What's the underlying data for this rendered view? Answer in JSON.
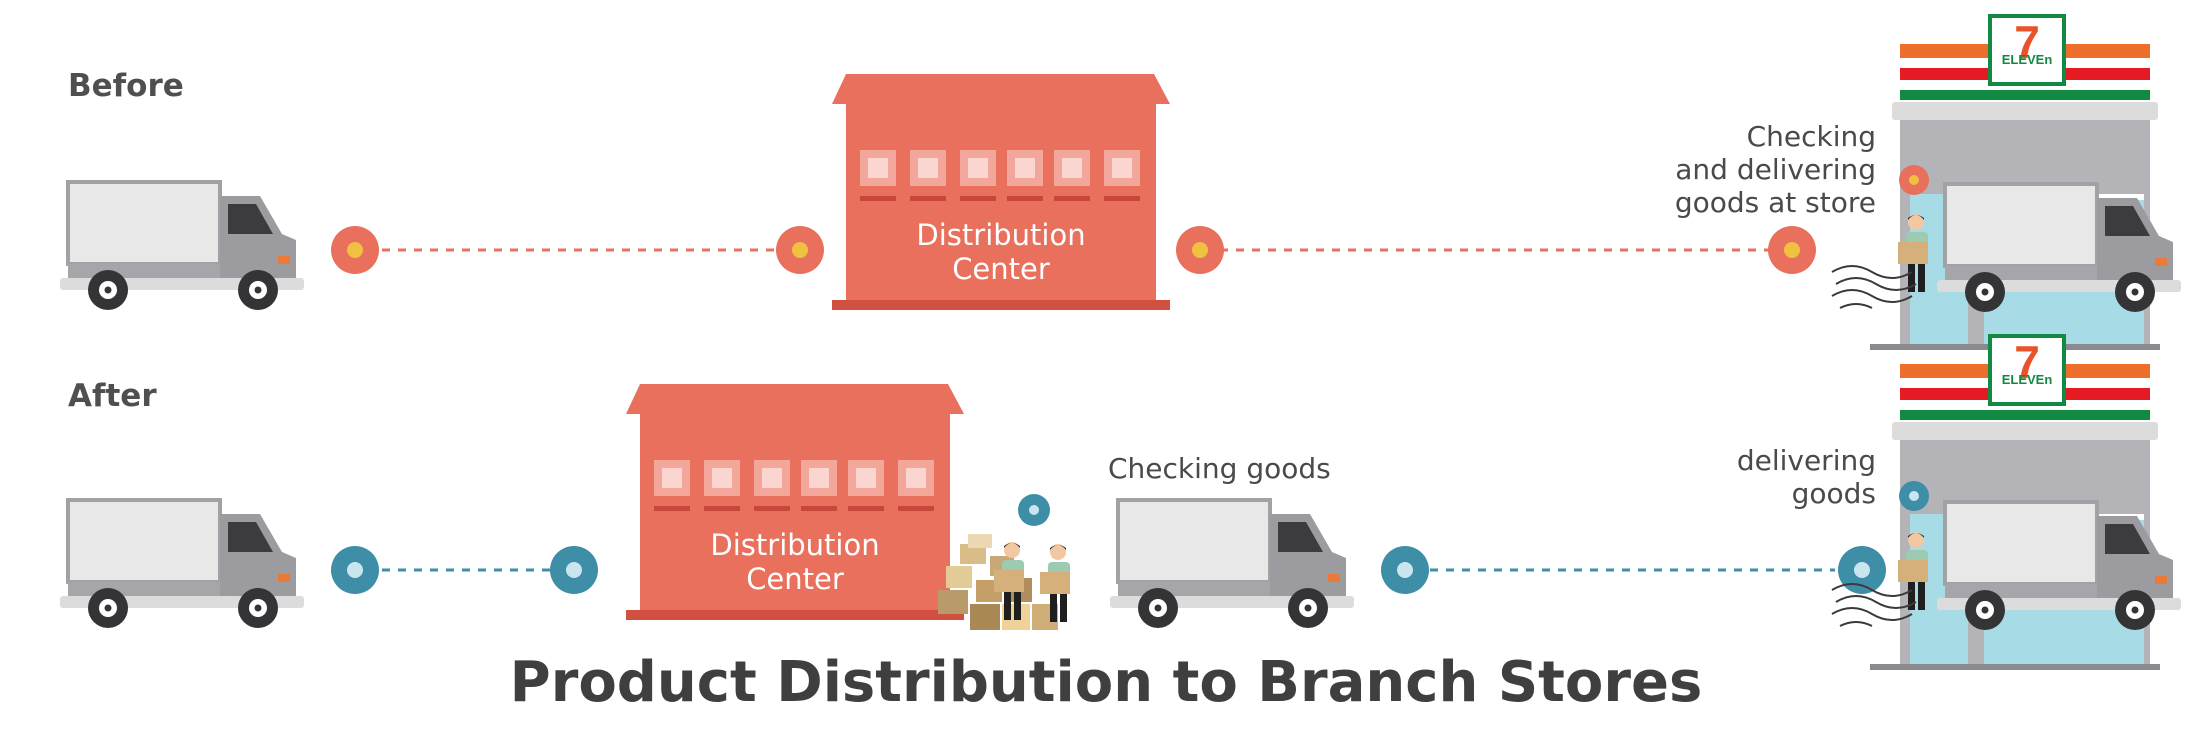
{
  "title": "Product Distribution to Branch Stores",
  "rows": {
    "before": {
      "label": "Before",
      "dc_line1": "Distribution",
      "dc_line2": "Center",
      "store_note": [
        "Checking",
        "and delivering",
        "goods at store"
      ]
    },
    "after": {
      "label": "After",
      "dc_line1": "Distribution",
      "dc_line2": "Center",
      "dc_note": "Checking goods",
      "store_note": [
        "delivering",
        "goods"
      ]
    }
  },
  "store_logo": {
    "big": "7",
    "word": "ELEVEn"
  },
  "colors": {
    "before_accent": "#e8705d",
    "after_accent": "#3f8ea8",
    "dot_center": "#f0c040",
    "truck_body": "#e6e6e6",
    "truck_cab": "#9d9da0",
    "store_stripe_orange": "#ee6e2c",
    "store_stripe_red": "#e51b24",
    "store_stripe_green": "#138a43"
  }
}
